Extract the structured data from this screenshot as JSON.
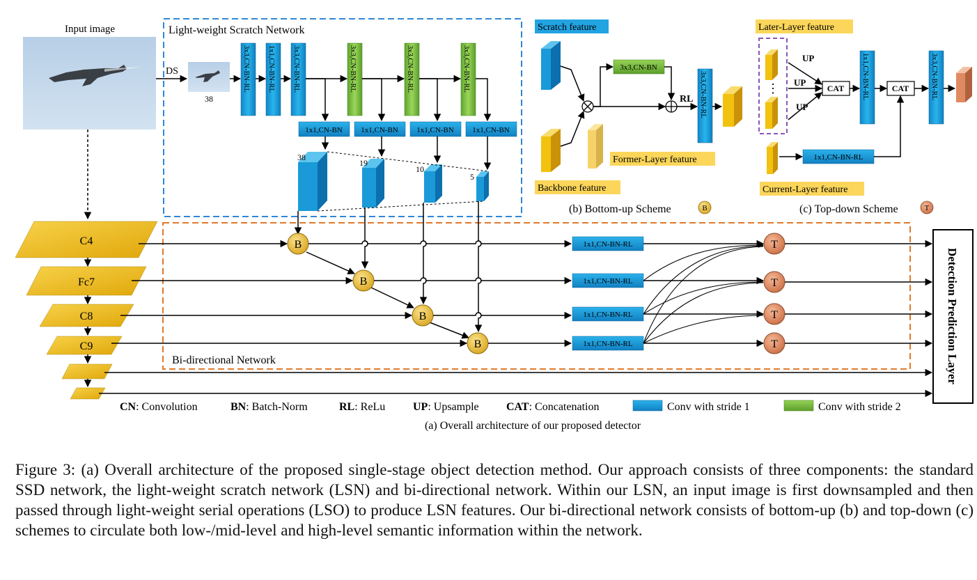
{
  "lsn": {
    "input_label": "Input image",
    "title": "Light-weight Scratch Network",
    "ds_label": "DS",
    "small_size": "38",
    "conv_blocks": [
      "3x3,CN-BN-RL",
      "1x1,CN-BN-RL",
      "3x3,CN-BN-RL",
      "3x3,CN-BN-RL",
      "3x3,CN-BN-RL",
      "3x3,CN-BN-RL"
    ],
    "proj_blocks": [
      "1x1,CN-BN",
      "1x1,CN-BN",
      "1x1,CN-BN",
      "1x1,CN-BN"
    ],
    "feature_sizes": [
      "38",
      "19",
      "10",
      "5"
    ]
  },
  "bottom_up": {
    "scratch_label": "Scratch feature",
    "backbone_label": "Backbone feature",
    "former_label": "Former-Layer feature",
    "conv_green": "3x3,CN-BN",
    "conv_vertical": "3x3,CN-BN-RL",
    "rl": "RL",
    "caption": "(b) Bottom-up Scheme",
    "badge": "B"
  },
  "top_down": {
    "later_label": "Later-Layer feature",
    "current_label": "Current-Layer feature",
    "up": "UP",
    "cat": "CAT",
    "conv1": "1x1,CN-BN-RL",
    "conv2": "3x3,CN-BN-RL",
    "conv_h": "1x1,CN-BN-RL",
    "dots": "⋮",
    "caption": "(c) Top-down Scheme",
    "badge": "T"
  },
  "main": {
    "backbone_layers": [
      "C4",
      "Fc7",
      "C8",
      "C9"
    ],
    "bidir_title": "Bi-directional Network",
    "b_label": "B",
    "t_label": "T",
    "td_convs": [
      "1x1,CN-BN-RL",
      "1x1,CN-BN-RL",
      "1x1,CN-BN-RL",
      "1x1,CN-BN-RL"
    ],
    "detection_label": "Detection Prediction Layer"
  },
  "legend": {
    "items": [
      {
        "key": "CN",
        "text": ": Convolution"
      },
      {
        "key": "BN",
        "text": ": Batch-Norm"
      },
      {
        "key": "RL",
        "text": ": ReLu"
      },
      {
        "key": "UP",
        "text": ": Upsample"
      },
      {
        "key": "CAT",
        "text": ": Concatenation"
      }
    ],
    "stride1": "Conv with stride 1",
    "stride2": "Conv with stride 2",
    "subcaption": "(a) Overall architecture of our proposed detector"
  },
  "colors": {
    "blue": "#1a9ad8",
    "green": "#7dc142",
    "yellow": "#f2c20f",
    "orange_dash": "#e07a2a",
    "blue_dash": "#2f86d6",
    "purple_dash": "#8a55b8",
    "highlight_yellow": "#fbd65a",
    "highlight_blue": "#22a3e2",
    "t_fill": "#e08a62",
    "b_fill": "#efc23a"
  },
  "caption": "Figure 3: (a) Overall architecture of the proposed single-stage object detection method. Our approach consists of three components: the standard SSD network, the light-weight scratch network (LSN) and bi-directional network. Within our LSN, an input image is first downsampled and then passed through light-weight serial operations (LSO) to produce LSN features. Our bi-directional network consists of bottom-up (b) and top-down (c) schemes to circulate both low-/mid-level and high-level semantic information within the network."
}
